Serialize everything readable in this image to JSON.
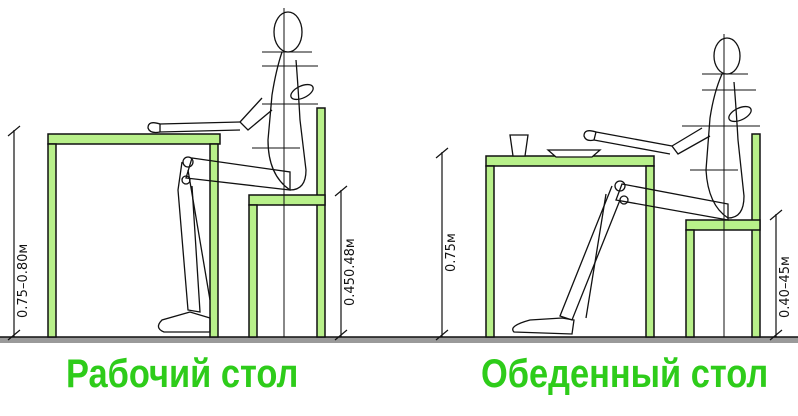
{
  "captions": {
    "left": "Рабочий стол",
    "right": "Обеденный стол"
  },
  "dimensions": {
    "work_table_height": "0.75–0.80м",
    "work_chair_height": "0.450.48м",
    "dining_table_height": "0.75м",
    "dining_chair_height": "0.40–45м"
  },
  "colors": {
    "furniture_fill": "#b8f08a",
    "caption": "#2ecc1a",
    "line": "#111111"
  }
}
